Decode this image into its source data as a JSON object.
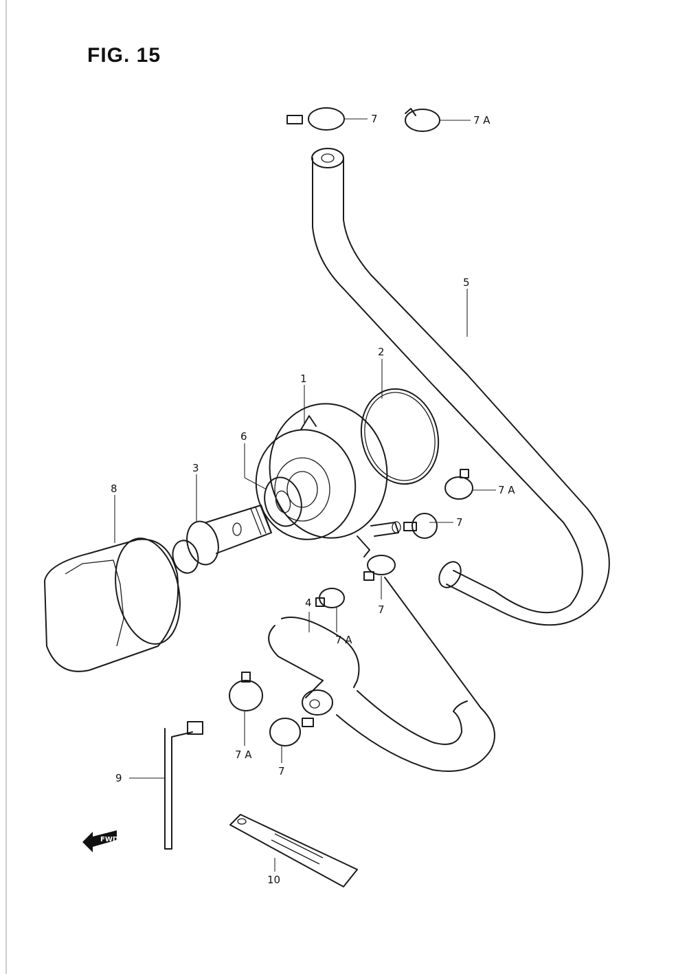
{
  "figure": {
    "title": "FIG. 15"
  },
  "callouts": [
    {
      "id": "c1",
      "text": "1"
    },
    {
      "id": "c2",
      "text": "2"
    },
    {
      "id": "c3",
      "text": "3"
    },
    {
      "id": "c4",
      "text": "4"
    },
    {
      "id": "c5",
      "text": "5"
    },
    {
      "id": "c6",
      "text": "6"
    },
    {
      "id": "c7a",
      "text": "7"
    },
    {
      "id": "c7A_top",
      "text": "7 A"
    },
    {
      "id": "c7A_mid",
      "text": "7 A"
    },
    {
      "id": "c7b",
      "text": "7"
    },
    {
      "id": "c7c",
      "text": "7"
    },
    {
      "id": "c7A_low",
      "text": "7 A"
    },
    {
      "id": "c7A_bot",
      "text": "7 A"
    },
    {
      "id": "c7d",
      "text": "7"
    },
    {
      "id": "c8",
      "text": "8"
    },
    {
      "id": "c9",
      "text": "9"
    },
    {
      "id": "c10",
      "text": "10"
    }
  ],
  "direction_badge": {
    "text": "FWD"
  }
}
